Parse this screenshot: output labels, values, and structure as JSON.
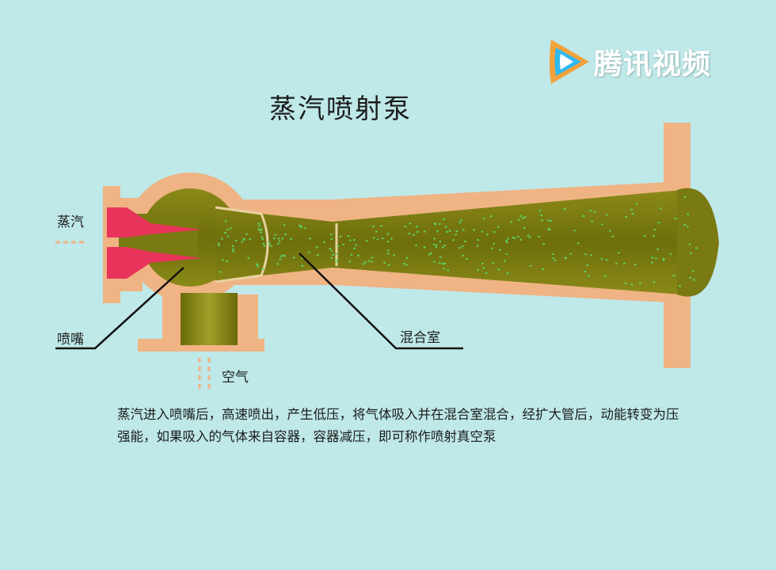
{
  "title": "蒸汽喷射泵",
  "logo": {
    "text": "腾讯视频",
    "icon": "play-icon"
  },
  "labels": {
    "steam": "蒸汽",
    "nozzle": "喷嘴",
    "mixing_chamber": "混合室",
    "air": "空气"
  },
  "description": "蒸汽进入喷嘴后，高速喷出，产生低压，将气体吸入并在混合室混合，经扩大管后，动能转变为压强能，如果吸入的气体来自容器，容器减压，即可称作喷射真空泵",
  "colors": {
    "background": "#bfe8e8",
    "casing": "#f0b384",
    "interior": "#7a7a12",
    "nozzle": "#e8345a",
    "particles": "#5dd66a"
  }
}
